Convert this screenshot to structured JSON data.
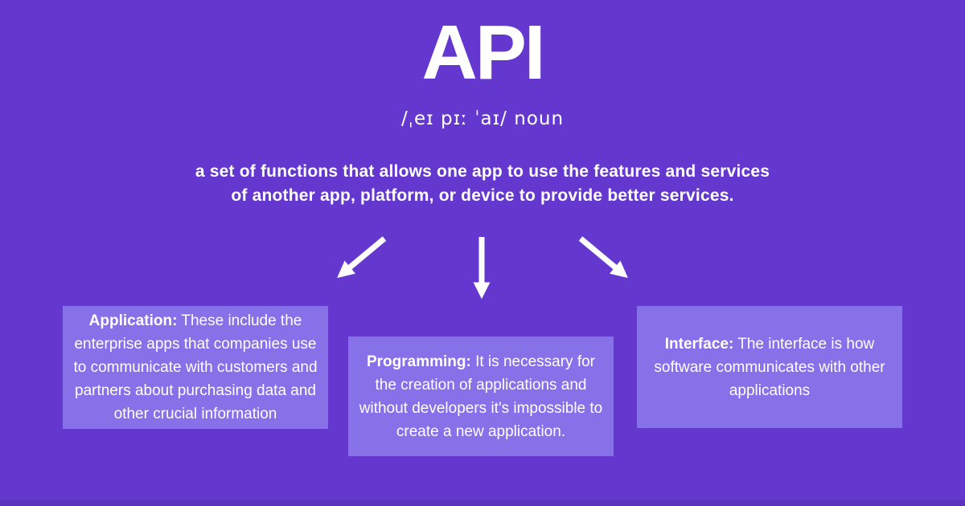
{
  "title": "API",
  "pronunciation": "/ˌeɪ pɪː ˈaɪ/ noun",
  "definition": {
    "lines": [
      "a set of functions that allows one app to use the features and services",
      "of another app, platform, or device to provide better services."
    ]
  },
  "cards": [
    {
      "id": "application",
      "term": "Application:",
      "description": "These include the enterprise apps that companies use to communicate with customers and partners about purchasing data and other crucial information"
    },
    {
      "id": "programming",
      "term": "Programming:",
      "description": "It is necessary for the creation of applications and without developers it's impossible to create a new application."
    },
    {
      "id": "interface",
      "term": "Interface:",
      "description": "The interface is how software communicates with other applications"
    }
  ],
  "icons": {
    "arrows": [
      "arrow-down-left",
      "arrow-down",
      "arrow-down-right"
    ]
  },
  "colors": {
    "background": "#6438CF",
    "card_background": "#8671E8",
    "text": "#FFFFFF",
    "bottom_strip": "#5C33BE"
  }
}
